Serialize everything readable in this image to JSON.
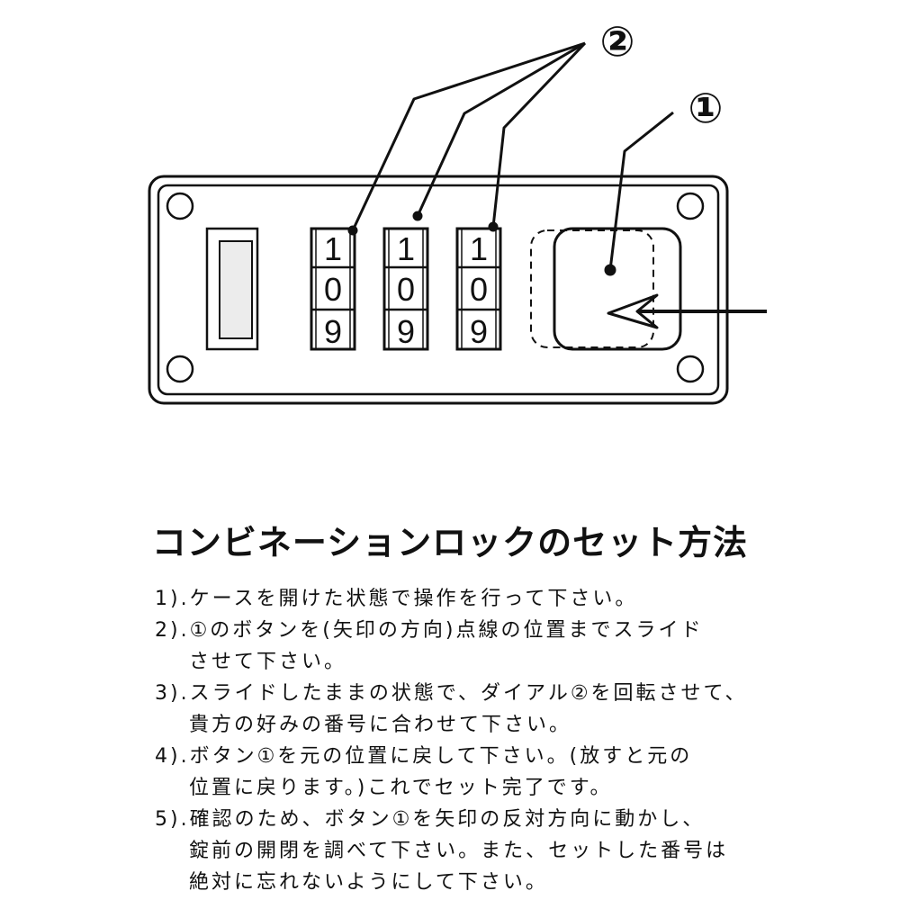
{
  "diagram": {
    "dials": [
      {
        "top": "1",
        "middle": "0",
        "bottom": "9"
      },
      {
        "top": "1",
        "middle": "0",
        "bottom": "9"
      },
      {
        "top": "1",
        "middle": "0",
        "bottom": "9"
      }
    ],
    "callout_dial": "②",
    "callout_button": "①"
  },
  "title": "コンビネーションロックのセット方法",
  "steps": [
    {
      "lines": [
        "1).ケースを開けた状態で操作を行って下さい。"
      ]
    },
    {
      "lines": [
        "2).①のボタンを(矢印の方向)点線の位置までスライド",
        "させて下さい。"
      ]
    },
    {
      "lines": [
        "3).スライドしたままの状態で、ダイアル②を回転させて、",
        "貴方の好みの番号に合わせて下さい。"
      ]
    },
    {
      "lines": [
        "4).ボタン①を元の位置に戻して下さい。(放すと元の",
        "位置に戻ります。)これでセット完了です。"
      ]
    },
    {
      "lines": [
        "5).確認のため、ボタン①を矢印の反対方向に動かし、",
        "錠前の開閉を調べて下さい。また、セットした番号は",
        "絶対に忘れないようにして下さい。"
      ]
    }
  ]
}
